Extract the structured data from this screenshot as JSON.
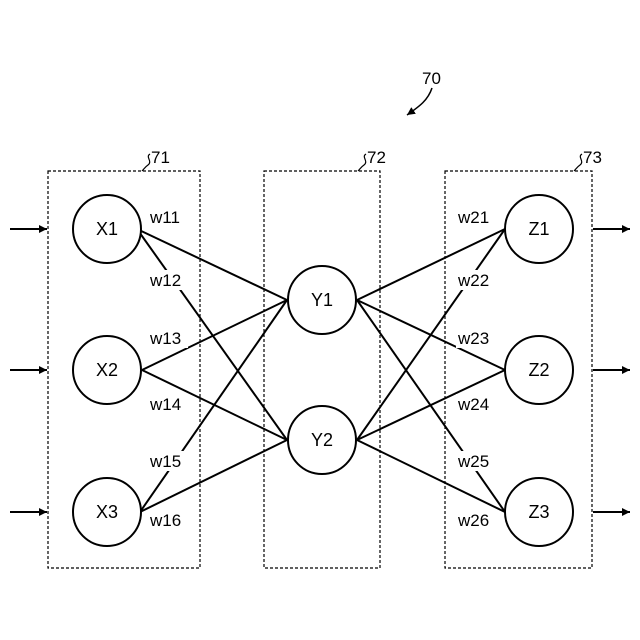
{
  "figure_ref": "70",
  "groups": {
    "input": {
      "ref": "71"
    },
    "hidden": {
      "ref": "72"
    },
    "output": {
      "ref": "73"
    }
  },
  "nodes": {
    "x1": "X1",
    "x2": "X2",
    "x3": "X3",
    "y1": "Y1",
    "y2": "Y2",
    "z1": "Z1",
    "z2": "Z2",
    "z3": "Z3"
  },
  "weights": {
    "w11": "w11",
    "w12": "w12",
    "w13": "w13",
    "w14": "w14",
    "w15": "w15",
    "w16": "w16",
    "w21": "w21",
    "w22": "w22",
    "w23": "w23",
    "w24": "w24",
    "w25": "w25",
    "w26": "w26"
  }
}
